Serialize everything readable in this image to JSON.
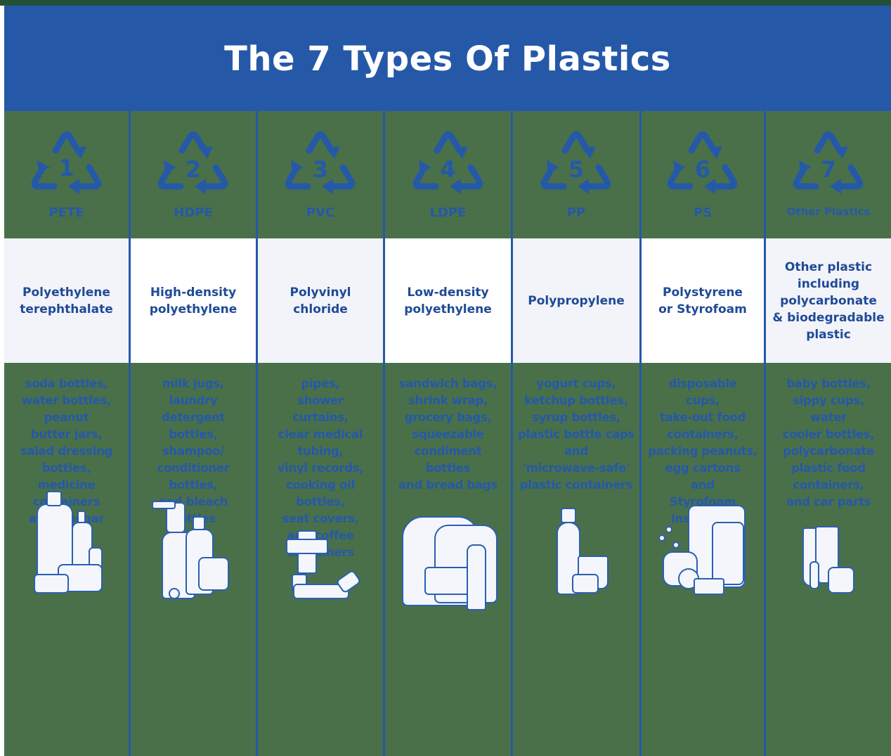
{
  "title": "The 7 Types Of Plastics",
  "colors": {
    "header_bg": "#2559a8",
    "column_bg": "#4a704a",
    "accent": "#2559a8",
    "label_bg": "#f2f4fa"
  },
  "types": [
    {
      "number": "1",
      "abbr": "PETE",
      "name": "Polyethylene\nterephthalate",
      "uses": "soda bottles,\nwater bottles,\npeanut\nbutter jars,\nsalad dressing\nbottles,\nmedicine\ncontainers\nand vinegar\nbottles",
      "icon": "recycle-icon",
      "illustration": "bottles-and-jars"
    },
    {
      "number": "2",
      "abbr": "HDPE",
      "name": "High-density\npolyethylene",
      "uses": "milk jugs,\nlaundry\ndetergent\nbottles,\nshampoo/\nconditioner\nbottles,\nand bleach\nbottles",
      "icon": "recycle-icon",
      "illustration": "spray-and-detergent"
    },
    {
      "number": "3",
      "abbr": "PVC",
      "name": "Polyvinyl\nchloride",
      "uses": "pipes,\nshower\ncurtains,\nclear medical\ntubing,\nvinyl records,\ncooking oil\nbottles,\nseat covers,\nand coffee\ncontainers",
      "icon": "recycle-icon",
      "illustration": "pipes"
    },
    {
      "number": "4",
      "abbr": "LDPE",
      "name": "Low-density\npolyethylene",
      "uses": "sandwich bags,\nshrink wrap,\ngrocery bags,\nsqueezable\ncondiment\nbottles\nand bread bags",
      "icon": "recycle-icon",
      "illustration": "bags"
    },
    {
      "number": "5",
      "abbr": "PP",
      "name": "Polypropylene",
      "uses": "yogurt cups,\nketchup bottles,\nsyrup bottles,\nplastic bottle caps\nand\n'microwave-safe'\nplastic containers",
      "icon": "recycle-icon",
      "illustration": "bottle-and-cups"
    },
    {
      "number": "6",
      "abbr": "PS",
      "name": "Polystyrene\nor Styrofoam",
      "uses": "disposable\ncups,\ntake-out food\ncontainers,\npacking peanuts,\negg cartons\nand\nStyrofoam\ninsulation",
      "icon": "recycle-icon",
      "illustration": "takeout-containers"
    },
    {
      "number": "7",
      "abbr": "Other Plastics",
      "name": "Other plastic\nincluding\npolycarbonate\n& biodegradable\nplastic",
      "uses": "baby bottles,\nsippy cups,\nwater\ncooler bottles,\npolycarbonate\nplastic food\ncontainers,\nand car parts",
      "icon": "recycle-icon",
      "illustration": "tubes-and-jars"
    }
  ]
}
